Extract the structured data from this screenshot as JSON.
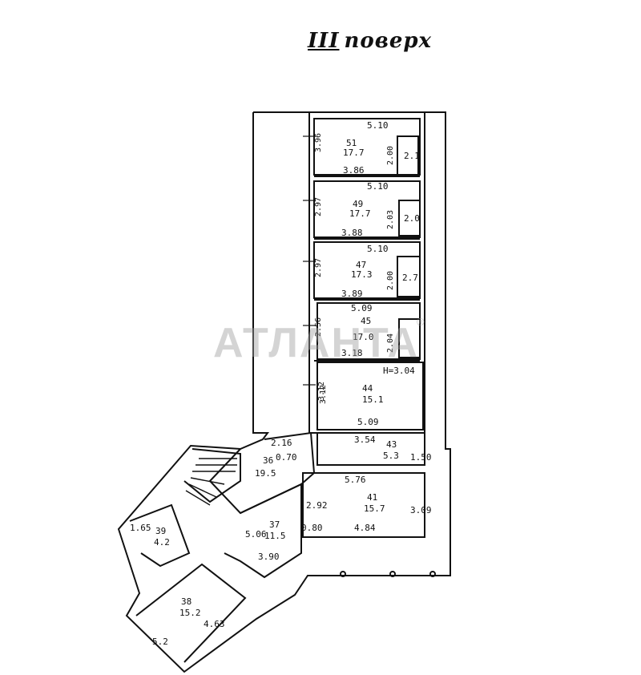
{
  "heading": {
    "roman": "III",
    "word": "поверх"
  },
  "watermark": {
    "text": "АТЛАНТА",
    "mark": "®"
  },
  "colors": {
    "ink": "#111111",
    "paper": "#ffffff",
    "watermark": "#a0a0a0"
  },
  "rooms": [
    {
      "id": "51",
      "area": "17.7",
      "top": "5.10",
      "bottom": "3.86",
      "side": "2.00",
      "small": "2.1"
    },
    {
      "id": "49",
      "area": "17.7",
      "top": "5.10",
      "bottom": "3.88",
      "side": "2.03",
      "small": "2.0"
    },
    {
      "id": "47",
      "area": "17.3",
      "top": "5.10",
      "bottom": "3.89",
      "side": "2.00",
      "small": "2.7"
    },
    {
      "id": "45",
      "area": "17.0",
      "top": "5.09",
      "bottom": "3.18",
      "side": "2.04"
    },
    {
      "id": "44",
      "area": "15.1",
      "top": "H=3.04",
      "bottom": "5.09",
      "side": "3.12"
    },
    {
      "id": "43",
      "area": "5.3",
      "top": "3.54",
      "side": "1.50"
    },
    {
      "id": "41",
      "area": "15.7",
      "top": "5.76",
      "bottom": "4.84",
      "side": "3.09",
      "left": "2.92"
    },
    {
      "id": "36",
      "area": "19.5",
      "top": "2.16",
      "small": "0.70"
    },
    {
      "id": "37",
      "area": "11.5",
      "side": "5.06",
      "bottom": "3.90",
      "small": "0.80"
    },
    {
      "id": "38",
      "area": "15.2",
      "side": "4.63",
      "left": "5.2"
    },
    {
      "id": "39",
      "area": "4.2",
      "side": "1.65"
    }
  ],
  "left_dims": [
    "3.96",
    "2.97",
    "2.97",
    "2.56",
    "3.12"
  ]
}
